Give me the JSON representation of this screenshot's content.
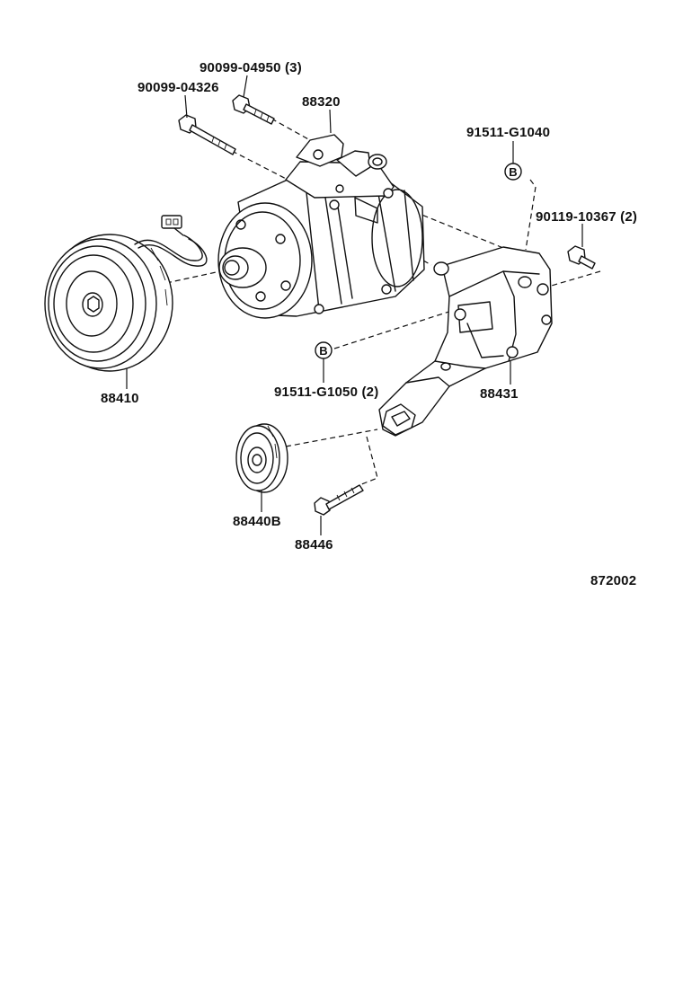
{
  "diagram": {
    "figure_code": "872002",
    "reference_marker": "B",
    "parts": {
      "bolt_upper": "90099-04950 (3)",
      "bolt_lower": "90099-04326",
      "compressor": "88320",
      "stud_bolt": "91511-G1040",
      "small_bolt": "90119-10367 (2)",
      "magnetic_clutch": "88410",
      "bracket_bolt": "91511-G1050 (2)",
      "bracket": "88431",
      "idler_pulley": "88440B",
      "pulley_bolt": "88446"
    }
  }
}
